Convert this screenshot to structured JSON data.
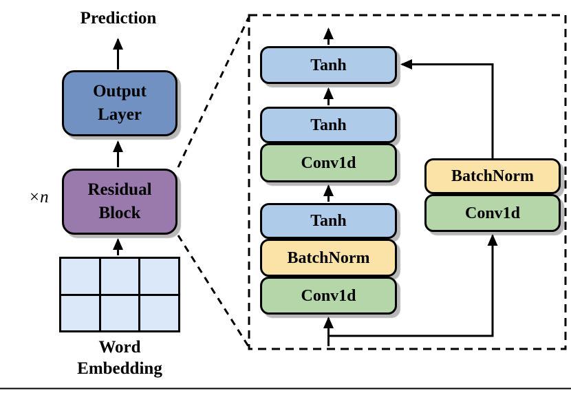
{
  "left_pipeline": {
    "prediction_label": "Prediction",
    "output_layer": {
      "line1": "Output",
      "line2": "Layer"
    },
    "residual_block": {
      "line1": "Residual",
      "line2": "Block"
    },
    "repeat_label": "×n",
    "word_embedding": {
      "line1": "Word",
      "line2": "Embedding",
      "grid_rows": 2,
      "grid_cols": 3
    }
  },
  "residual_detail": {
    "tanh_top": "Tanh",
    "tanh_mid": "Tanh",
    "conv_mid": "Conv1d",
    "tanh_low": "Tanh",
    "batchnorm_low": "BatchNorm",
    "conv_low": "Conv1d",
    "batchnorm_skip": "BatchNorm",
    "conv_skip": "Conv1d"
  },
  "colors": {
    "output_blue": "#7091c2",
    "residual_purple": "#9a79ad",
    "tanh_blue": "#aecbea",
    "conv_green": "#b5d6a8",
    "batchnorm_yellow": "#fbe2a7",
    "embedding_cell_blue": "#dbe8fa"
  }
}
